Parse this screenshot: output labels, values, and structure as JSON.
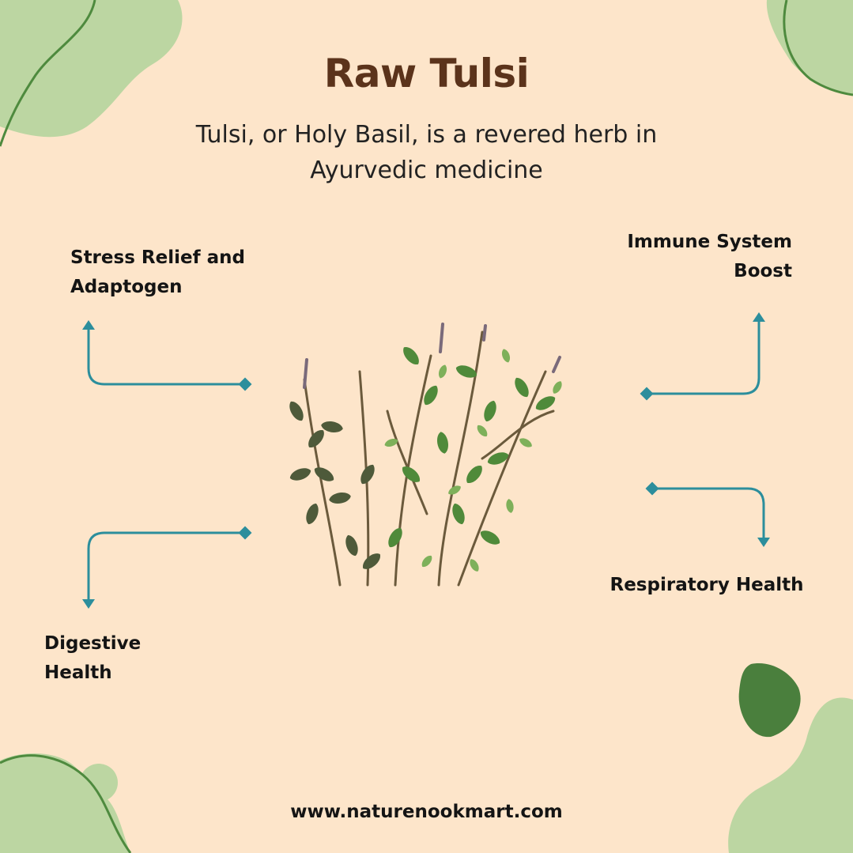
{
  "title": "Raw Tulsi",
  "subtitle": "Tulsi, or Holy Basil, is a revered herb in Ayurvedic medicine",
  "benefits": {
    "stress": "Stress Relief and Adaptogen",
    "immune": "Immune System Boost",
    "respiratory": "Respiratory Health",
    "digestive": "Digestive Health"
  },
  "website": "www.naturenookmart.com",
  "colors": {
    "background": "#FDE5CA",
    "title": "#5B331B",
    "light_green": "#BCD6A2",
    "dark_green": "#4A7F3D",
    "curve_green": "#4E8A3E",
    "arrow": "#2C8E9C",
    "text_dark": "#141414"
  },
  "image": {
    "subject": "tulsi-plant"
  }
}
